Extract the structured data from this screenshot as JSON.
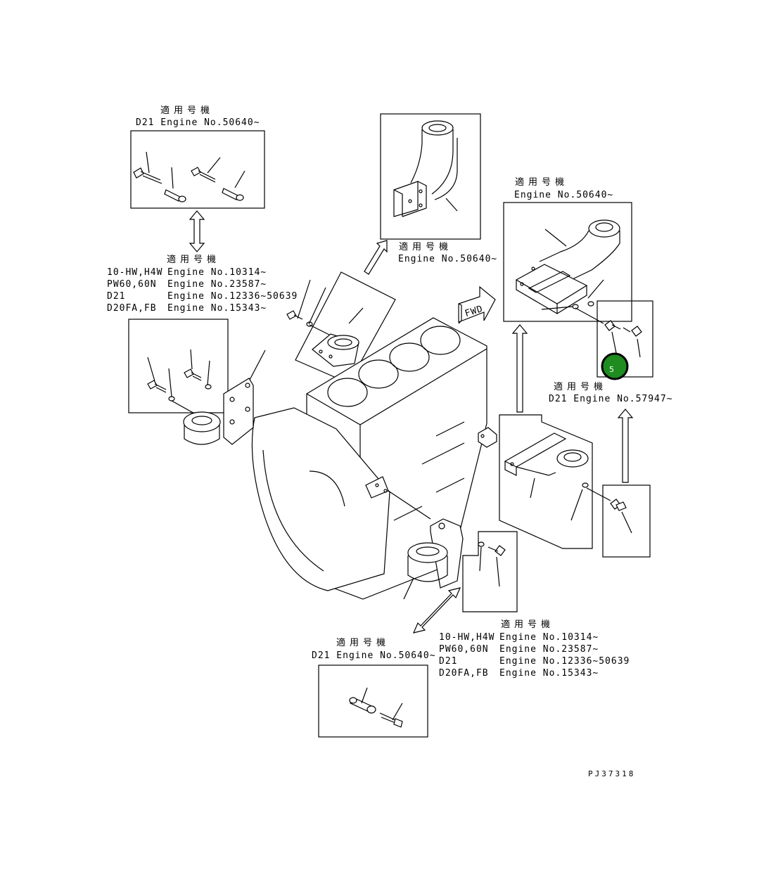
{
  "jp_label": "適用号機",
  "callouts": {
    "top_left": "D21 Engine No.50640~",
    "top_center": "Engine No.50640~",
    "right_top": "Engine No.50640~",
    "right_mid": "D21 Engine No.57947~",
    "bottom_left": "D21 Engine No.50640~"
  },
  "model_table_left": [
    {
      "model": "10-HW,H4W",
      "engine": "Engine No.10314~"
    },
    {
      "model": "PW60,60N",
      "engine": "Engine No.23587~"
    },
    {
      "model": "D21",
      "engine": "Engine No.12336~50639"
    },
    {
      "model": "D20FA,FB",
      "engine": "Engine No.15343~"
    }
  ],
  "model_table_right": [
    {
      "model": "10-HW,H4W",
      "engine": "Engine No.10314~"
    },
    {
      "model": "PW60,60N",
      "engine": "Engine No.23587~"
    },
    {
      "model": "D21",
      "engine": "Engine No.12336~50639"
    },
    {
      "model": "D20FA,FB",
      "engine": "Engine No.15343~"
    }
  ],
  "fwd_label": "FWD",
  "part_marker": {
    "number": "5",
    "color": "#1e8c1e"
  },
  "drawing_id": "PJ37318"
}
